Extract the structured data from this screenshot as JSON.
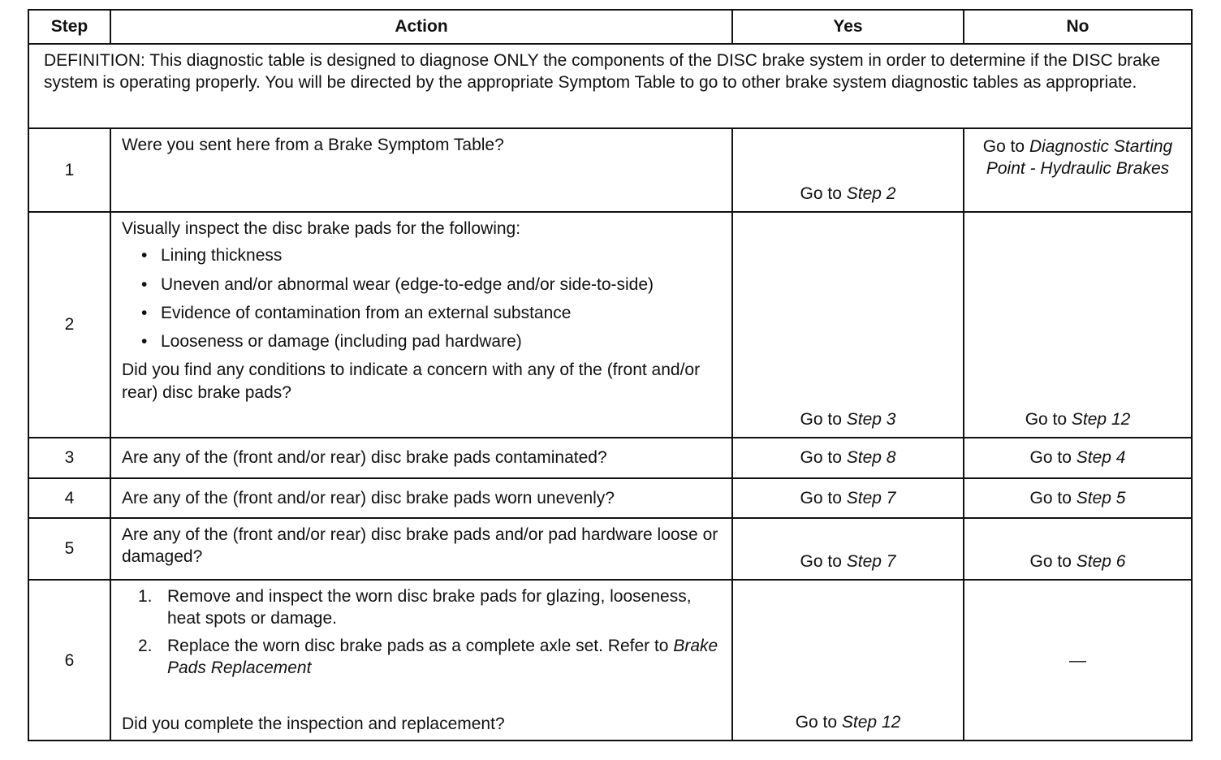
{
  "header": {
    "step": "Step",
    "action": "Action",
    "yes": "Yes",
    "no": "No"
  },
  "definition": "DEFINITION: This diagnostic table is designed to diagnose ONLY the components of the DISC brake system in order to determine if the DISC brake system is operating properly. You will be directed by the appropriate Symptom Table to go to other brake system diagnostic tables as appropriate.",
  "go_to": "Go to",
  "rows": [
    {
      "step": "1",
      "action": "Were you sent here from a Brake Symptom Table?",
      "yes_ref": "Step 2",
      "no_ref": "Diagnostic Starting Point - Hydraulic Brakes"
    },
    {
      "step": "2",
      "intro": "Visually inspect the disc brake pads for the following:",
      "bullets": [
        "Lining thickness",
        "Uneven and/or abnormal wear (edge-to-edge and/or side-to-side)",
        "Evidence of contamination from an external substance",
        "Looseness or damage (including pad hardware)"
      ],
      "question": "Did you find any conditions to indicate a concern with any of the (front and/or rear) disc brake pads?",
      "yes_ref": "Step 3",
      "no_ref": "Step 12"
    },
    {
      "step": "3",
      "action": "Are any of the (front and/or rear) disc brake pads contaminated?",
      "yes_ref": "Step 8",
      "no_ref": "Step 4"
    },
    {
      "step": "4",
      "action": "Are any of the (front and/or rear) disc brake pads worn unevenly?",
      "yes_ref": "Step 7",
      "no_ref": "Step 5"
    },
    {
      "step": "5",
      "action": "Are any of the (front and/or rear) disc brake pads and/or pad hardware loose or damaged?",
      "yes_ref": "Step 7",
      "no_ref": "Step 6"
    },
    {
      "step": "6",
      "items": [
        {
          "num": "1.",
          "text": "Remove and inspect the worn disc brake pads for glazing, looseness, heat spots or damage."
        },
        {
          "num": "2.",
          "text": "Replace the worn disc brake pads as a complete axle set. Refer to",
          "ref": "Brake Pads Replacement"
        }
      ],
      "question": "Did you complete the inspection and replacement?",
      "yes_ref": "Step 12",
      "no_text": "—"
    }
  ]
}
